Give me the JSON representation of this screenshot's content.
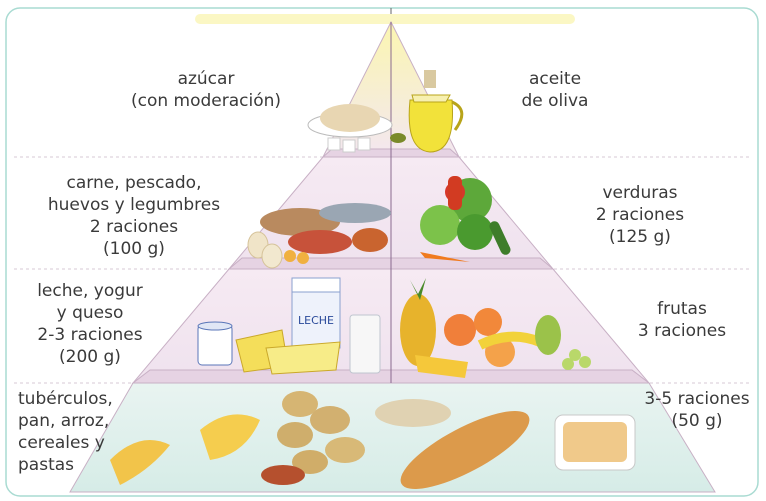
{
  "pyramid": {
    "colors": {
      "frame": "#9fd3c9",
      "apex": "#f7f29a",
      "tier_line": "#b9a2b8",
      "center_line": "#8a6a8f"
    },
    "tiers": [
      {
        "left": [
          "azúcar",
          "(con moderación)"
        ],
        "right": [
          "aceite",
          "de oliva"
        ],
        "left_food": "sugar-bowl-icon",
        "right_food": "olive-oil-jar-icon"
      },
      {
        "left": [
          "carne, pescado,",
          "huevos y legumbres",
          "2 raciones",
          "(100 g)"
        ],
        "right": [
          "verduras",
          "2 raciones",
          "(125 g)"
        ],
        "left_food": "meat-fish-eggs-icon",
        "right_food": "vegetables-icon"
      },
      {
        "left": [
          "leche, yogur",
          "y queso",
          "2-3 raciones",
          "(200 g)"
        ],
        "right": [
          "frutas",
          "3 raciones"
        ],
        "left_food": "dairy-icon",
        "right_food": "fruits-icon",
        "milk_carton_text": "LECHE"
      },
      {
        "left": [
          "tubérculos,",
          "pan, arroz,",
          "cereales y",
          "pastas"
        ],
        "right": [
          "3-5 raciones",
          "(50 g)"
        ],
        "left_food": "pasta-potatoes-icon",
        "right_food": "bread-rice-icon"
      }
    ]
  }
}
